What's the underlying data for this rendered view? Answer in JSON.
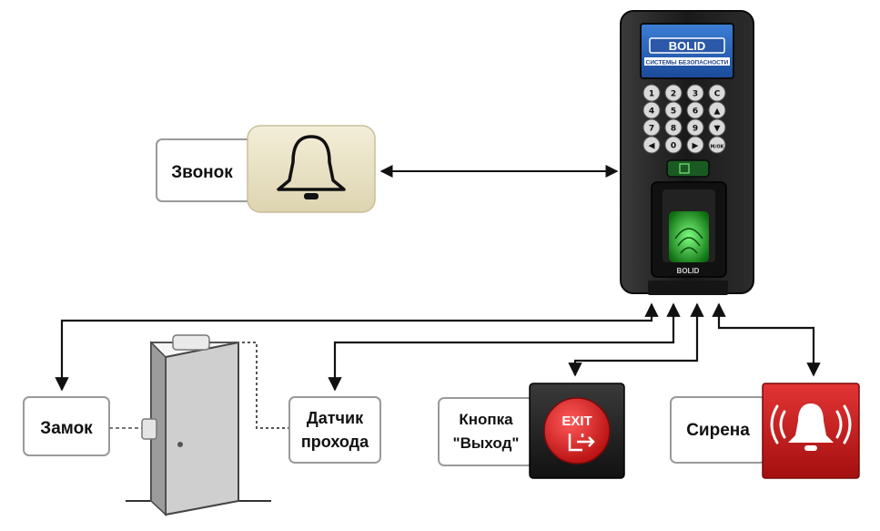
{
  "device": {
    "brand": "BOLID",
    "screen_subtitle": "СИСТЕМЫ БЕЗОПАСНОСТИ",
    "body_brand": "BOLID",
    "keypad": [
      [
        "1",
        "2",
        "3",
        "C"
      ],
      [
        "4",
        "5",
        "6",
        "▲"
      ],
      [
        "7",
        "8",
        "9",
        "▼"
      ],
      [
        "◀",
        "0",
        "▶",
        "M/OK"
      ]
    ]
  },
  "labels": {
    "bell": "Звонок",
    "lock": "Замок",
    "sensor_line1": "Датчик",
    "sensor_line2": "прохода",
    "exit_line1": "Кнопка",
    "exit_line2": "\"Выход\"",
    "siren": "Сирена",
    "exit_button_text": "EXIT"
  },
  "colors": {
    "device_body": "#1e1e1e",
    "screen_bg": "#2a64b8",
    "fingerprint": "#34e034",
    "exit_red": "#d81818",
    "siren_red": "#c41a1a",
    "bell_panel": "#ece5c9"
  },
  "icons": [
    "bell-icon",
    "exit-icon",
    "siren-icon",
    "door-icon",
    "fingerprint-icon"
  ]
}
